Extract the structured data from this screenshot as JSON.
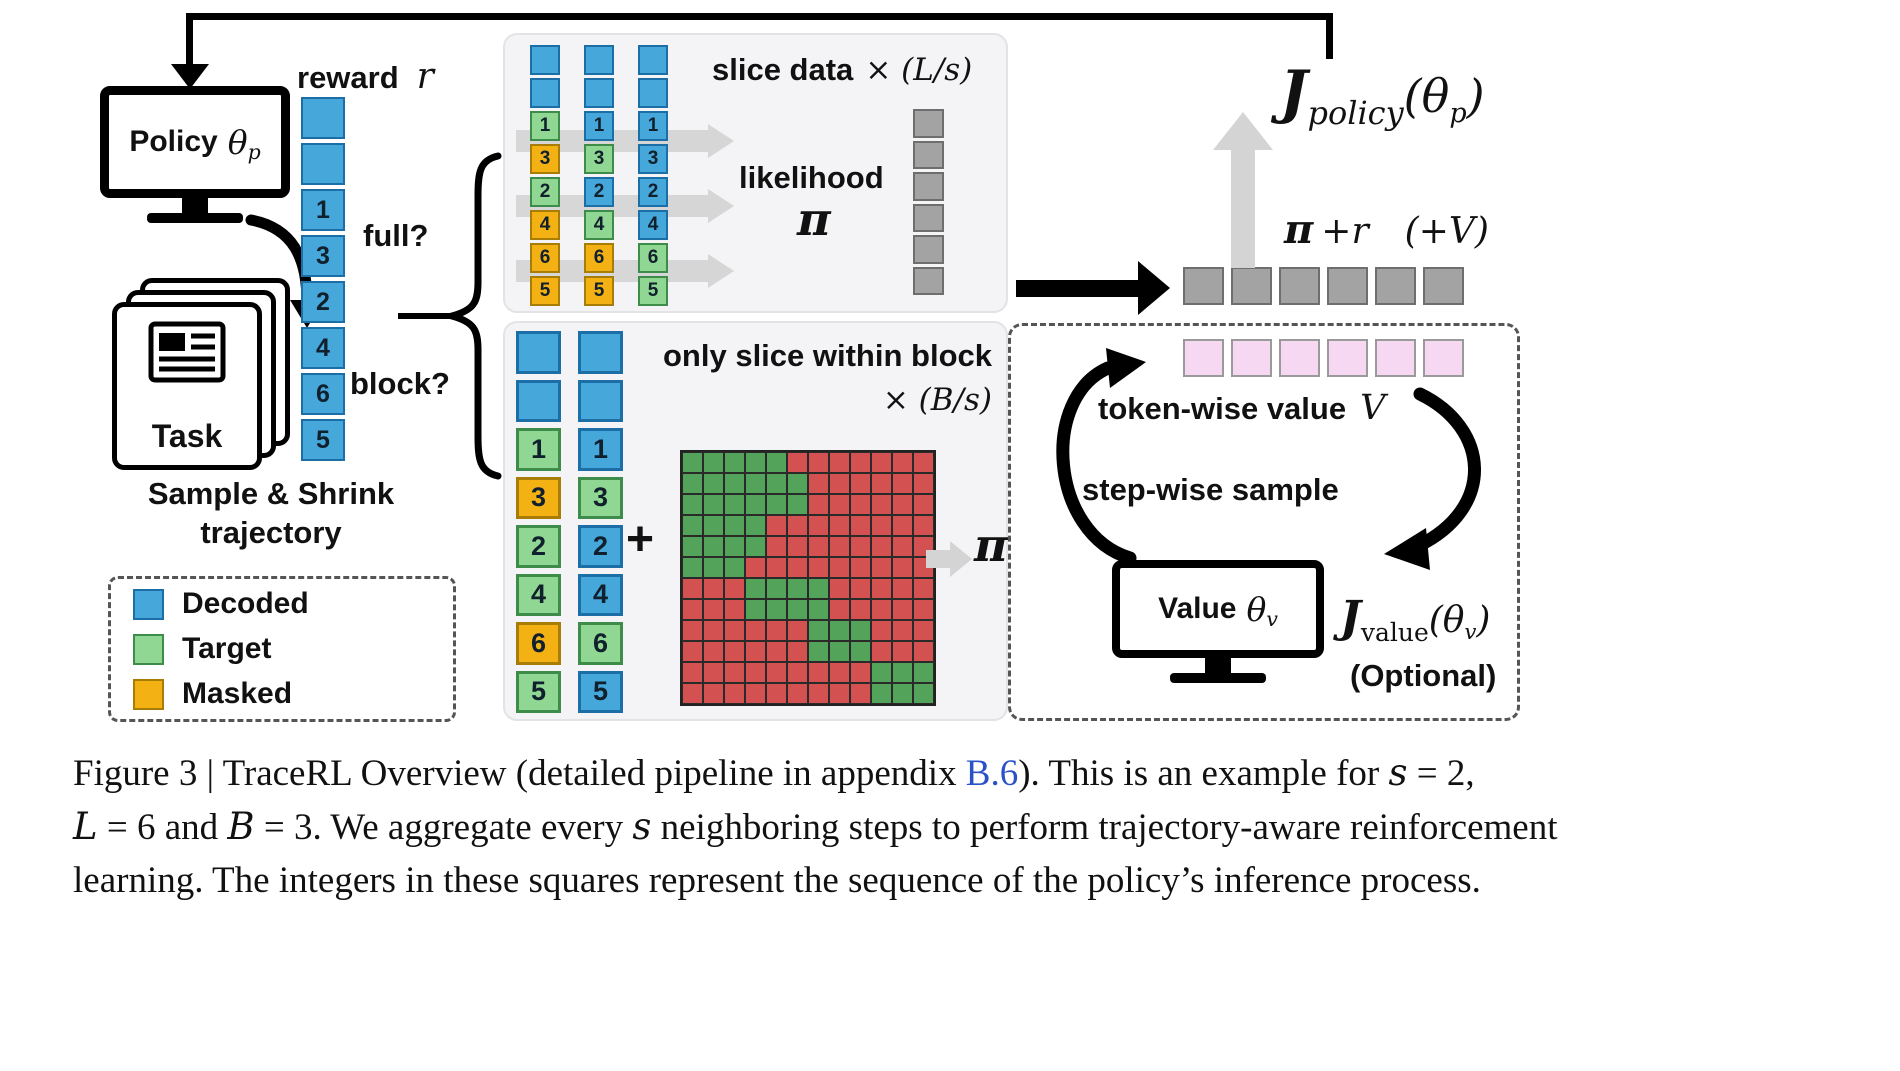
{
  "colors": {
    "decoded": "#45a7da",
    "target": "#90d793",
    "masked": "#f3b114",
    "gray": "#a3a3a3",
    "pink": "#f6d8f3",
    "maskGreen": "#53a35a",
    "maskRed": "#d35151",
    "linkBlue": "#2a52c8",
    "arrowGray": "#d4d4d4"
  },
  "left": {
    "policy_label": "Policy",
    "policy_symbol": "θ",
    "policy_sub": "p",
    "reward_label": "reward",
    "reward_symbol": "r",
    "full_label": "full?",
    "block_label": "block?",
    "task_label": "Task",
    "sample_line1": "Sample & Shrink",
    "sample_line2": "trajectory",
    "trajectory_cells": [
      {
        "n": "",
        "c": "decoded"
      },
      {
        "n": "",
        "c": "decoded"
      },
      {
        "n": "1",
        "c": "decoded"
      },
      {
        "n": "3",
        "c": "decoded"
      },
      {
        "n": "2",
        "c": "decoded"
      },
      {
        "n": "4",
        "c": "decoded"
      },
      {
        "n": "6",
        "c": "decoded"
      },
      {
        "n": "5",
        "c": "decoded"
      }
    ],
    "legend": [
      {
        "label": "Decoded",
        "c": "decoded"
      },
      {
        "label": "Target",
        "c": "target"
      },
      {
        "label": "Masked",
        "c": "masked"
      }
    ]
  },
  "full_panel": {
    "title_text": "slice data",
    "title_math": "× (L/s)",
    "likelihood_label": "likelihood",
    "pi_symbol": "π",
    "columns": [
      [
        {
          "n": "",
          "c": "decoded"
        },
        {
          "n": "",
          "c": "decoded"
        },
        {
          "n": "1",
          "c": "target"
        },
        {
          "n": "3",
          "c": "masked"
        },
        {
          "n": "2",
          "c": "target"
        },
        {
          "n": "4",
          "c": "masked"
        },
        {
          "n": "6",
          "c": "masked"
        },
        {
          "n": "5",
          "c": "masked"
        }
      ],
      [
        {
          "n": "",
          "c": "decoded"
        },
        {
          "n": "",
          "c": "decoded"
        },
        {
          "n": "1",
          "c": "decoded"
        },
        {
          "n": "3",
          "c": "target"
        },
        {
          "n": "2",
          "c": "decoded"
        },
        {
          "n": "4",
          "c": "target"
        },
        {
          "n": "6",
          "c": "masked"
        },
        {
          "n": "5",
          "c": "masked"
        }
      ],
      [
        {
          "n": "",
          "c": "decoded"
        },
        {
          "n": "",
          "c": "decoded"
        },
        {
          "n": "1",
          "c": "decoded"
        },
        {
          "n": "3",
          "c": "decoded"
        },
        {
          "n": "2",
          "c": "decoded"
        },
        {
          "n": "4",
          "c": "decoded"
        },
        {
          "n": "6",
          "c": "target"
        },
        {
          "n": "5",
          "c": "target"
        }
      ]
    ],
    "gray_cells": [
      {
        "n": "",
        "c": "gray"
      },
      {
        "n": "",
        "c": "gray"
      },
      {
        "n": "",
        "c": "gray"
      },
      {
        "n": "",
        "c": "gray"
      },
      {
        "n": "",
        "c": "gray"
      },
      {
        "n": "",
        "c": "gray"
      }
    ]
  },
  "block_panel": {
    "title_text": "only slice within block",
    "title_math": "× (B/s)",
    "plus": "+",
    "pi_symbol": "π",
    "columns": [
      [
        {
          "n": "",
          "c": "decoded"
        },
        {
          "n": "",
          "c": "decoded"
        },
        {
          "n": "1",
          "c": "target"
        },
        {
          "n": "3",
          "c": "masked"
        },
        {
          "n": "2",
          "c": "target"
        },
        {
          "n": "4",
          "c": "target"
        },
        {
          "n": "6",
          "c": "masked"
        },
        {
          "n": "5",
          "c": "target"
        }
      ],
      [
        {
          "n": "",
          "c": "decoded"
        },
        {
          "n": "",
          "c": "decoded"
        },
        {
          "n": "1",
          "c": "decoded"
        },
        {
          "n": "3",
          "c": "target"
        },
        {
          "n": "2",
          "c": "decoded"
        },
        {
          "n": "4",
          "c": "decoded"
        },
        {
          "n": "6",
          "c": "target"
        },
        {
          "n": "5",
          "c": "decoded"
        }
      ]
    ],
    "mask_rows": [
      "gggggrrrrrrr",
      "ggggggrrrrrr",
      "ggggggrrrrrr",
      "ggggrrrrrrrr",
      "ggggrrrrrrrr",
      "gggrrrrrrrrr",
      "rrrggggrrrrr",
      "rrrggggrrrrr",
      "rrrrrrgggrrr",
      "rrrrrrgggrrr",
      "rrrrrrrrrggg",
      "rrrrrrrrrggg"
    ]
  },
  "right": {
    "j_policy": {
      "j": "J",
      "sub": "policy",
      "arg": "(θ",
      "argsub": "p",
      "close": ")"
    },
    "reward_line": {
      "pi": "π",
      "plus_r": "+r",
      "extra": "(+V)"
    },
    "gray_cells": [
      {
        "n": "",
        "c": "gray"
      },
      {
        "n": "",
        "c": "gray"
      },
      {
        "n": "",
        "c": "gray"
      },
      {
        "n": "",
        "c": "gray"
      },
      {
        "n": "",
        "c": "gray"
      },
      {
        "n": "",
        "c": "gray"
      }
    ],
    "pink_cells": [
      {
        "n": "",
        "c": "pink"
      },
      {
        "n": "",
        "c": "pink"
      },
      {
        "n": "",
        "c": "pink"
      },
      {
        "n": "",
        "c": "pink"
      },
      {
        "n": "",
        "c": "pink"
      },
      {
        "n": "",
        "c": "pink"
      }
    ],
    "token_value_label": "token-wise value",
    "token_value_symbol": "V",
    "stepwise_label": "step-wise sample",
    "value_label": "Value",
    "value_symbol": "θ",
    "value_sub": "v",
    "j_value": {
      "j": "J",
      "sub": "value",
      "arg": "(θ",
      "argsub": "v",
      "close": ")"
    },
    "optional_label": "(Optional)"
  },
  "caption": {
    "line1": [
      {
        "t": "Figure 3 | TraceRL Overview (detailed pipeline in appendix ",
        "s": "n"
      },
      {
        "t": "B.6",
        "s": "link"
      },
      {
        "t": ").  This is an example for ",
        "s": "n"
      },
      {
        "t": "s",
        "s": "i"
      },
      {
        "t": " = 2,",
        "s": "n"
      }
    ],
    "line2": [
      {
        "t": "L",
        "s": "i"
      },
      {
        "t": " = 6 and ",
        "s": "n"
      },
      {
        "t": "B",
        "s": "i"
      },
      {
        "t": " = 3. We aggregate every ",
        "s": "n"
      },
      {
        "t": "s",
        "s": "i"
      },
      {
        "t": " neighboring steps to perform trajectory-aware reinforcement",
        "s": "n"
      }
    ],
    "line3": [
      {
        "t": "learning. The integers in these squares represent the sequence of the policy’s inference process.",
        "s": "n"
      }
    ]
  }
}
